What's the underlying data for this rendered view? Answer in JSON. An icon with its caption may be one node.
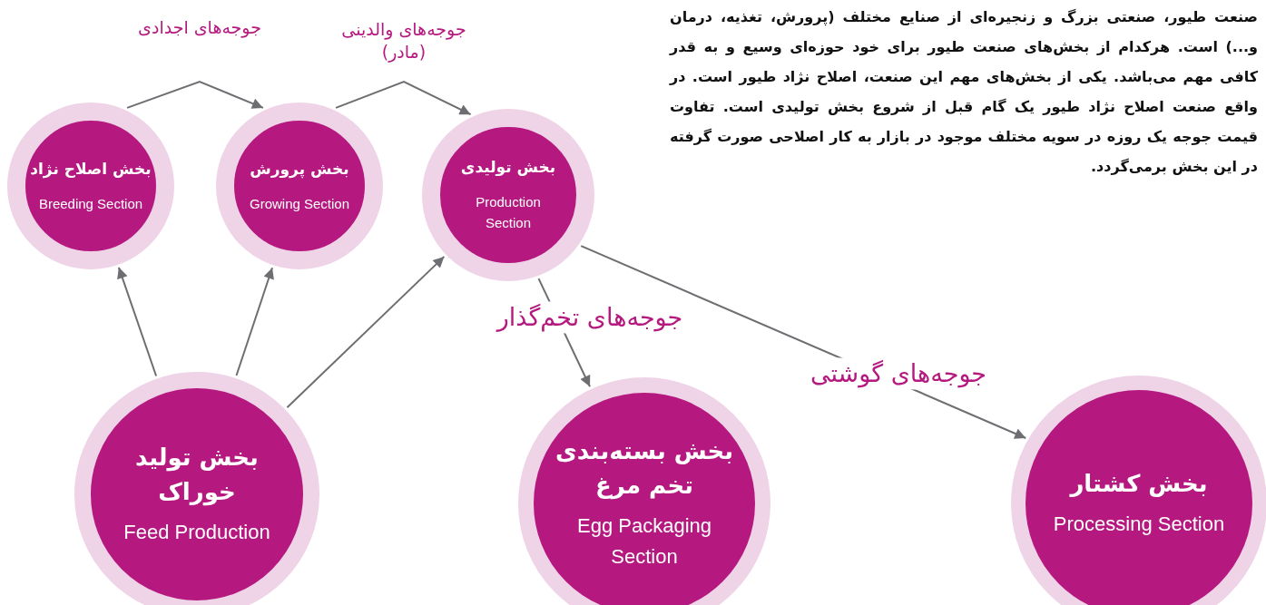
{
  "diagram": {
    "nodes": [
      {
        "text": [
          "بخش اصلاح نژاد",
          "Breeding Section"
        ]
      },
      {
        "text": [
          "بخش پرورش",
          "Growing Section"
        ]
      },
      {
        "text": [
          "بخش تولیدی",
          "Production Section"
        ]
      },
      {
        "text": [
          "بخش تولید خوراک",
          "Feed Production"
        ]
      },
      {
        "text": [
          "بخش بسته‌بندی تخم مرغ",
          "Egg Packaging Section"
        ]
      },
      {
        "text": [
          "بخش کشتار",
          "Processing Section"
        ]
      }
    ],
    "edges": [
      {
        "from": 0,
        "to": 1,
        "arrow": "to",
        "label": "جوجه‌های اجدادی"
      },
      {
        "from": 1,
        "to": 2,
        "arrow": "to",
        "label": "جوجه‌های والدینی (مادر)"
      },
      {
        "from": 3,
        "to": 0,
        "arrow": "to"
      },
      {
        "from": 3,
        "to": 1,
        "arrow": "to"
      },
      {
        "from": 3,
        "to": 2,
        "arrow": "to"
      },
      {
        "from": 2,
        "to": 4,
        "arrow": "to",
        "label": "جوجه‌های تخم‌گذار"
      },
      {
        "from": 2,
        "to": 5,
        "arrow": "to",
        "label": "جوجه‌های گوشتی"
      }
    ],
    "labels": [
      "صنعت طیور، صنعتی بزرگ و زنجیره‌ای از صنایع مختلف (پرورش، تغذیه، درمان و...) است. هرکدام از بخش‌های صنعت طیور برای خود حوزه‌ای وسیع و به قدر کافی مهم می‌باشد. یکی از بخش‌های مهم این صنعت، اصلاح نژاد طیور است. در واقع صنعت اصلاح نژاد طیور یک گام قبل از شروع بخش تولیدی است. تفاوت قیمت جوجه یک روزه در سویه مختلف موجود در بازار به کار اصلاحی صورت گرفته در این بخش برمی‌گردد."
    ]
  }
}
